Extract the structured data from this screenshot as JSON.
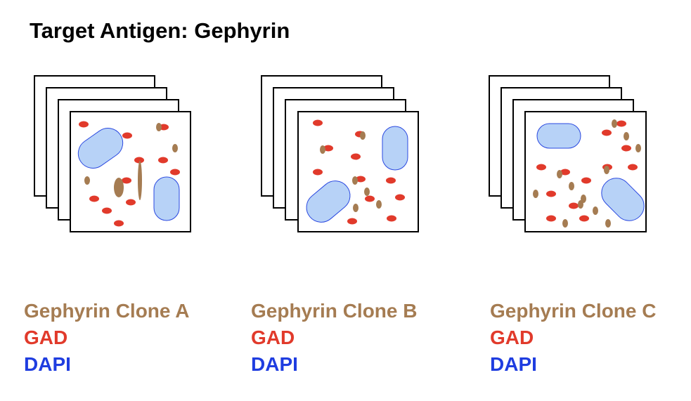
{
  "title": "Target Antigen: Gephyrin",
  "colors": {
    "gephyrin": "#a57c52",
    "gad": "#e13a2b",
    "dapi": "#1f3de0",
    "nucleus_fill": "#b7d2f7",
    "nucleus_stroke": "#2a48e0"
  },
  "panels": [
    {
      "gephyrin_label": "Gephyrin Clone A",
      "gad_label": "GAD",
      "dapi_label": "DAPI"
    },
    {
      "gephyrin_label": "Gephyrin Clone B",
      "gad_label": "GAD",
      "dapi_label": "DAPI"
    },
    {
      "gephyrin_label": "Gephyrin Clone C",
      "gad_label": "GAD",
      "dapi_label": "DAPI"
    }
  ]
}
